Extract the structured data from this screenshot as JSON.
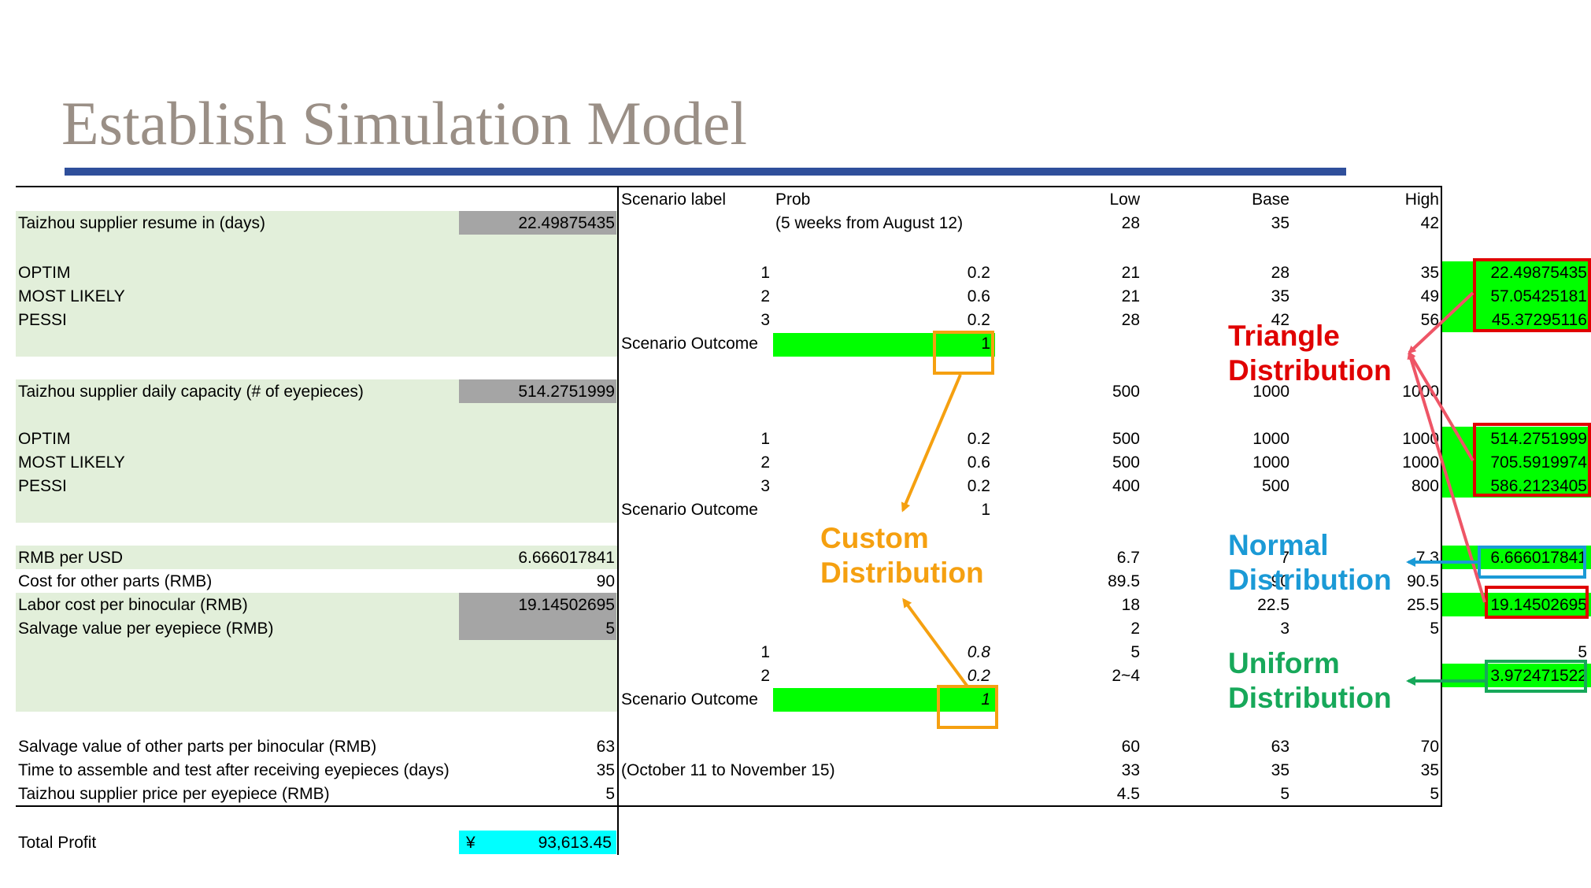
{
  "title": "Establish Simulation Model",
  "headers": {
    "scenario_label": "Scenario label",
    "prob": "Prob",
    "low": "Low",
    "base": "Base",
    "high": "High"
  },
  "rows": {
    "resume": {
      "label": "Taizhou supplier resume in (days)",
      "value": "22.49875435",
      "note": "(5 weeks from August 12)",
      "low": "28",
      "base": "35",
      "high": "42"
    },
    "r1": {
      "label": "OPTIM",
      "scenario": "1",
      "prob": "0.2",
      "low": "21",
      "base": "28",
      "high": "35",
      "sim": "22.49875435"
    },
    "r2": {
      "label": "MOST LIKELY",
      "scenario": "2",
      "prob": "0.6",
      "low": "21",
      "base": "35",
      "high": "49",
      "sim": "57.05425181"
    },
    "r3": {
      "label": "PESSI",
      "scenario": "3",
      "prob": "0.2",
      "low": "28",
      "base": "42",
      "high": "56",
      "sim": "45.37295116"
    },
    "outcome1": {
      "label": "Scenario Outcome",
      "value": "1"
    },
    "capacity": {
      "label": "Taizhou supplier daily capacity (# of eyepieces)",
      "value": "514.2751999",
      "low": "500",
      "base": "1000",
      "high": "1000"
    },
    "c1": {
      "label": "OPTIM",
      "scenario": "1",
      "prob": "0.2",
      "low": "500",
      "base": "1000",
      "high": "1000",
      "sim": "514.2751999"
    },
    "c2": {
      "label": "MOST LIKELY",
      "scenario": "2",
      "prob": "0.6",
      "low": "500",
      "base": "1000",
      "high": "1000",
      "sim": "705.5919974"
    },
    "c3": {
      "label": "PESSI",
      "scenario": "3",
      "prob": "0.2",
      "low": "400",
      "base": "500",
      "high": "800",
      "sim": "586.2123405"
    },
    "outcome2": {
      "label": "Scenario Outcome",
      "value": "1"
    },
    "rmb": {
      "label": "RMB per USD",
      "value": "6.666017841",
      "low": "6.7",
      "base": "7",
      "high": "7.3",
      "sim": "6.666017841"
    },
    "other_parts": {
      "label": "Cost for other parts (RMB)",
      "value": "90",
      "low": "89.5",
      "base": "90",
      "high": "90.5"
    },
    "labor": {
      "label": "Labor cost per binocular (RMB)",
      "value": "19.14502695",
      "low": "18",
      "base": "22.5",
      "high": "25.5",
      "sim": "19.14502695"
    },
    "salvage_eye": {
      "label": "Salvage value per eyepiece (RMB)",
      "value": "5",
      "low": "2",
      "base": "3",
      "high": "5"
    },
    "s1": {
      "scenario": "1",
      "prob": "0.8",
      "low": "5",
      "sim": "5"
    },
    "s2": {
      "scenario": "2",
      "prob": "0.2",
      "low": "2~4",
      "sim": "3.972471522"
    },
    "outcome3": {
      "label": "Scenario Outcome",
      "value": "1"
    },
    "salvage_other": {
      "label": "Salvage value of other parts per binocular (RMB)",
      "value": "63",
      "low": "60",
      "base": "63",
      "high": "70"
    },
    "assemble": {
      "label": "Time to assemble and test after receiving eyepieces (days)",
      "value": "35",
      "note": "(October 11 to November 15)",
      "low": "33",
      "base": "35",
      "high": "35"
    },
    "price": {
      "label": "Taizhou supplier price per eyepiece (RMB)",
      "value": "5",
      "low": "4.5",
      "base": "5",
      "high": "5"
    },
    "total": {
      "label": "Total Profit",
      "currency": "¥",
      "value": "93,613.45"
    }
  },
  "annotations": {
    "triangle": [
      "Triangle",
      "Distribution"
    ],
    "custom": [
      "Custom",
      "Distribution"
    ],
    "normal": [
      "Normal",
      "Distribution"
    ],
    "uniform": [
      "Uniform",
      "Distribution"
    ]
  },
  "colors": {
    "title": "#9a8f86",
    "title_bar": "#2f4f9b",
    "light_green": "#e2efda",
    "gray": "#a5a5a5",
    "bright_green": "#00ff00",
    "cyan": "#00ffff",
    "triangle": "#e00000",
    "custom": "#f5a010",
    "normal": "#1b9ad6",
    "uniform": "#17a85a"
  }
}
